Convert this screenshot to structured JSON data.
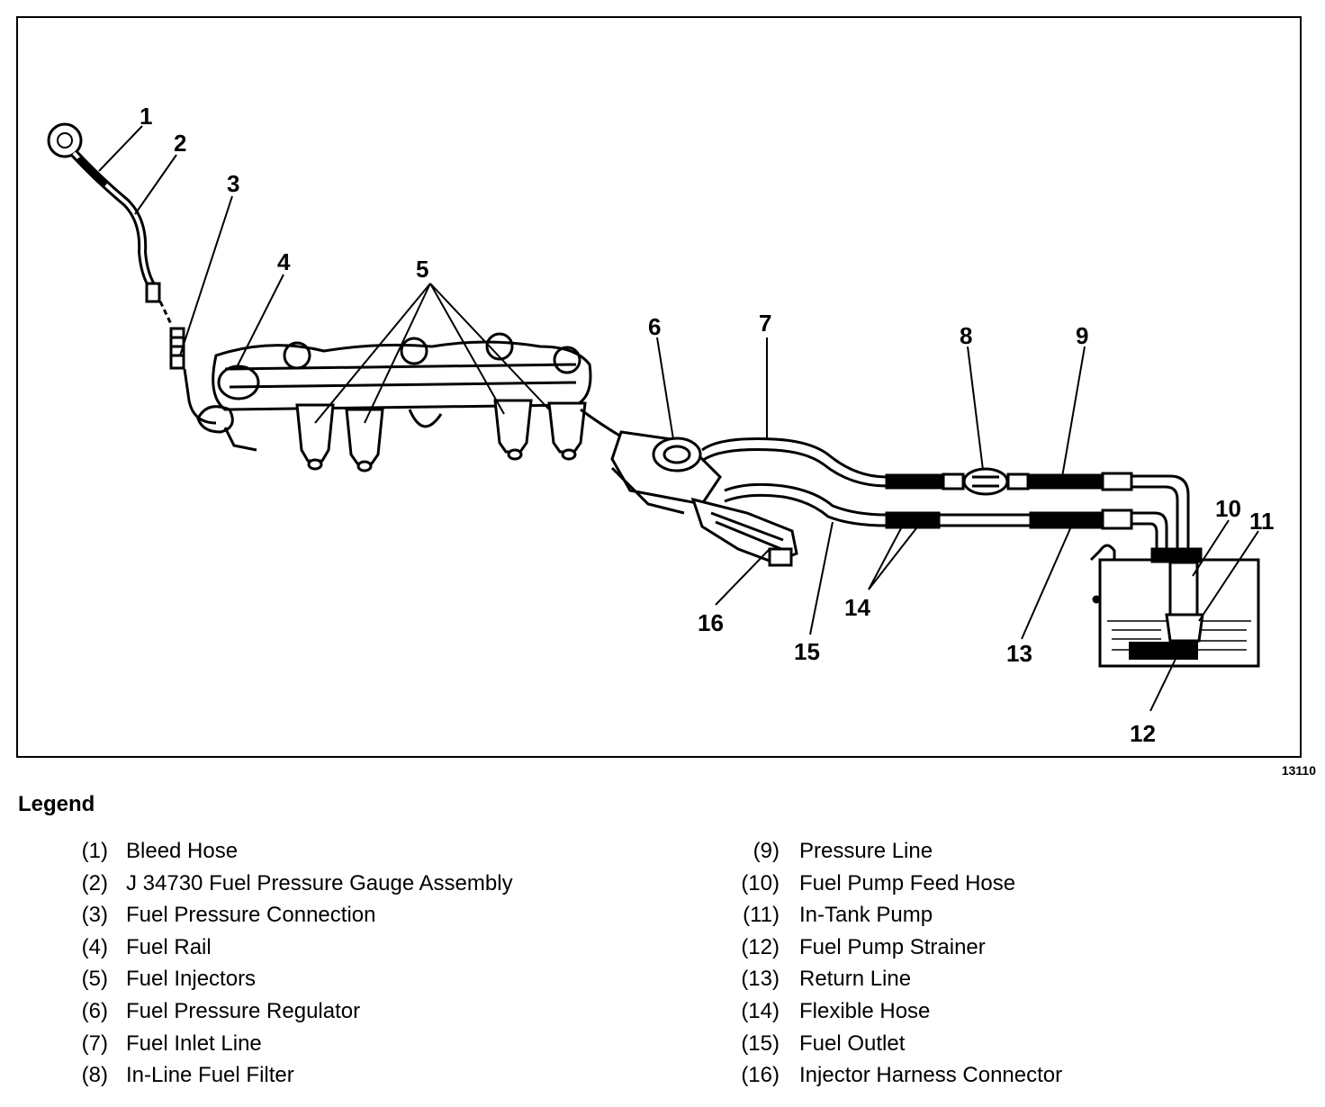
{
  "figure_number": "13110",
  "legend": {
    "title": "Legend",
    "left": [
      {
        "num": "(1)",
        "label": "Bleed Hose"
      },
      {
        "num": "(2)",
        "label": "J 34730 Fuel Pressure Gauge Assembly"
      },
      {
        "num": "(3)",
        "label": "Fuel Pressure Connection"
      },
      {
        "num": "(4)",
        "label": "Fuel Rail"
      },
      {
        "num": "(5)",
        "label": "Fuel Injectors"
      },
      {
        "num": "(6)",
        "label": "Fuel Pressure Regulator"
      },
      {
        "num": "(7)",
        "label": "Fuel Inlet Line"
      },
      {
        "num": "(8)",
        "label": "In-Line Fuel Filter"
      }
    ],
    "right": [
      {
        "num": "(9)",
        "label": "Pressure Line"
      },
      {
        "num": "(10)",
        "label": "Fuel Pump Feed Hose"
      },
      {
        "num": "(11)",
        "label": "In-Tank Pump"
      },
      {
        "num": "(12)",
        "label": "Fuel Pump Strainer"
      },
      {
        "num": "(13)",
        "label": "Return Line"
      },
      {
        "num": "(14)",
        "label": "Flexible Hose"
      },
      {
        "num": "(15)",
        "label": "Fuel Outlet"
      },
      {
        "num": "(16)",
        "label": "Injector Harness Connector"
      }
    ]
  },
  "callouts": [
    "1",
    "2",
    "3",
    "4",
    "5",
    "6",
    "7",
    "8",
    "9",
    "10",
    "11",
    "12",
    "13",
    "14",
    "15",
    "16"
  ]
}
